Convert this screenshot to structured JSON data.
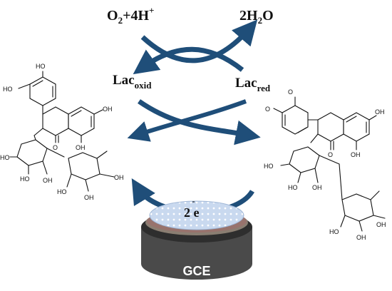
{
  "reaction_top": {
    "left_reactant": "O",
    "left_sub2": "2",
    "left_plus": "+4H",
    "left_sup": "+",
    "right_product_a": "2H",
    "right_sub2": "2",
    "right_product_b": "O"
  },
  "enzyme": {
    "oxid_main": "Lac",
    "oxid_sub": "oxid",
    "red_main": "Lac",
    "red_sub": "red"
  },
  "electrons": {
    "count": "2 e",
    "sup": "-"
  },
  "electrode": {
    "label": "GCE"
  },
  "atoms": {
    "oh": "OH",
    "ho": "HO",
    "o": "O"
  },
  "colors": {
    "arrow": "#1f4e79",
    "electrode_body": "#4a4a4a",
    "electrode_surface": "#c9d9ef"
  }
}
